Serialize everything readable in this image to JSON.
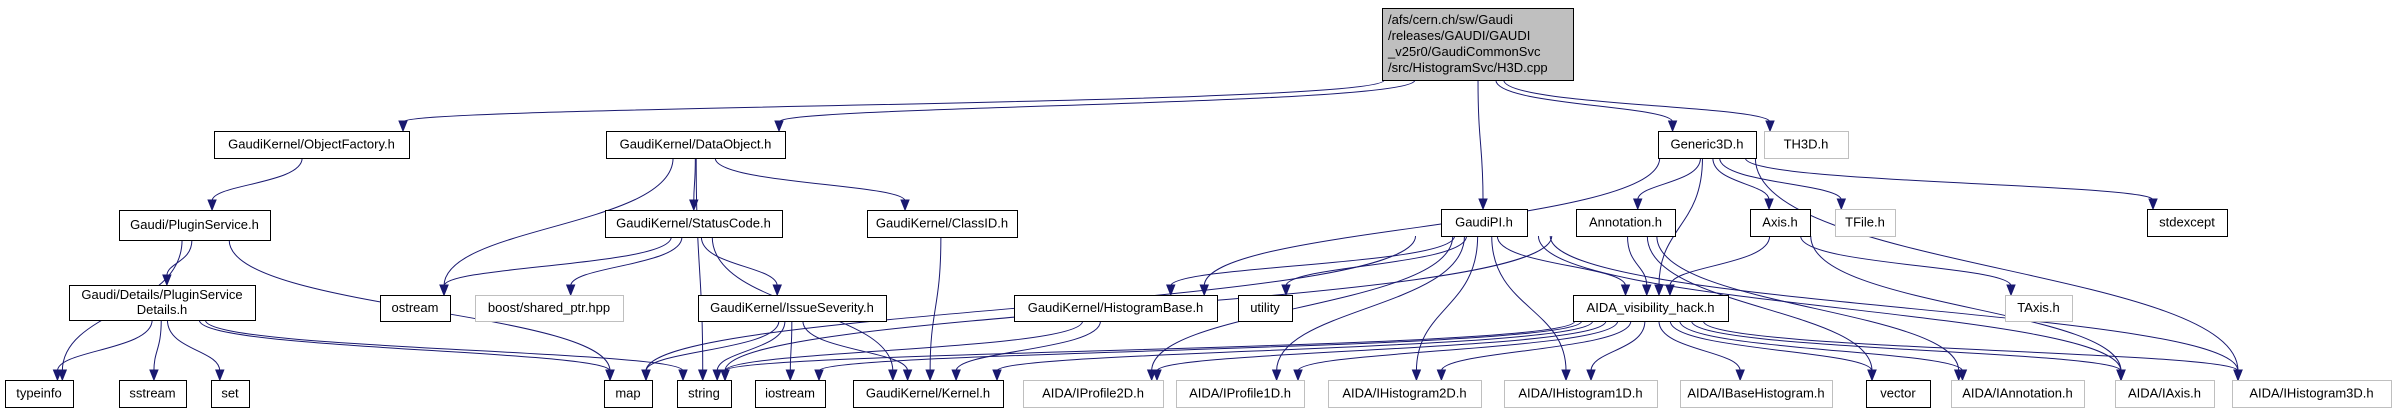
{
  "title": "Include dependency graph for H3D.cpp",
  "colors": {
    "edge": "#191970",
    "root_fill": "#bfbfbf",
    "border": "#000000",
    "external_border": "#bfbfbf"
  },
  "nodes": [
    {
      "id": "root",
      "lines": [
        "/afs/cern.ch/sw/Gaudi",
        "/releases/GAUDI/GAUDI",
        "_v25r0/GaudiCommonSvc",
        "/src/HistogramSvc/H3D.cpp"
      ],
      "kind": "root"
    },
    {
      "id": "objfactory",
      "lines": [
        "GaudiKernel/ObjectFactory.h"
      ],
      "kind": "doc"
    },
    {
      "id": "dataobject",
      "lines": [
        "GaudiKernel/DataObject.h"
      ],
      "kind": "doc"
    },
    {
      "id": "generic3d",
      "lines": [
        "Generic3D.h"
      ],
      "kind": "doc"
    },
    {
      "id": "th3d",
      "lines": [
        "TH3D.h"
      ],
      "kind": "ext"
    },
    {
      "id": "pluginservice",
      "lines": [
        "Gaudi/PluginService.h"
      ],
      "kind": "doc"
    },
    {
      "id": "statuscode",
      "lines": [
        "GaudiKernel/StatusCode.h"
      ],
      "kind": "doc"
    },
    {
      "id": "classid",
      "lines": [
        "GaudiKernel/ClassID.h"
      ],
      "kind": "doc"
    },
    {
      "id": "gaudipi",
      "lines": [
        "GaudiPI.h"
      ],
      "kind": "doc"
    },
    {
      "id": "annotation",
      "lines": [
        "Annotation.h"
      ],
      "kind": "doc"
    },
    {
      "id": "axis",
      "lines": [
        "Axis.h"
      ],
      "kind": "doc"
    },
    {
      "id": "tfile",
      "lines": [
        "TFile.h"
      ],
      "kind": "ext"
    },
    {
      "id": "stdexcept",
      "lines": [
        "stdexcept"
      ],
      "kind": "doc"
    },
    {
      "id": "pluginsvcdetails",
      "lines": [
        "Gaudi/Details/PluginService",
        "Details.h"
      ],
      "kind": "doc"
    },
    {
      "id": "ostream",
      "lines": [
        "ostream"
      ],
      "kind": "doc"
    },
    {
      "id": "boostsp",
      "lines": [
        "boost/shared_ptr.hpp"
      ],
      "kind": "ext"
    },
    {
      "id": "issueseverity",
      "lines": [
        "GaudiKernel/IssueSeverity.h"
      ],
      "kind": "doc"
    },
    {
      "id": "histobase",
      "lines": [
        "GaudiKernel/HistogramBase.h"
      ],
      "kind": "doc"
    },
    {
      "id": "utility",
      "lines": [
        "utility"
      ],
      "kind": "doc"
    },
    {
      "id": "aidavis",
      "lines": [
        "AIDA_visibility_hack.h"
      ],
      "kind": "doc"
    },
    {
      "id": "taxis",
      "lines": [
        "TAxis.h"
      ],
      "kind": "ext"
    },
    {
      "id": "typeinfo",
      "lines": [
        "typeinfo"
      ],
      "kind": "doc"
    },
    {
      "id": "sstream",
      "lines": [
        "sstream"
      ],
      "kind": "doc"
    },
    {
      "id": "set",
      "lines": [
        "set"
      ],
      "kind": "doc"
    },
    {
      "id": "map",
      "lines": [
        "map"
      ],
      "kind": "doc"
    },
    {
      "id": "string",
      "lines": [
        "string"
      ],
      "kind": "doc"
    },
    {
      "id": "iostream",
      "lines": [
        "iostream"
      ],
      "kind": "doc"
    },
    {
      "id": "kernel",
      "lines": [
        "GaudiKernel/Kernel.h"
      ],
      "kind": "doc"
    },
    {
      "id": "iprofile2d",
      "lines": [
        "AIDA/IProfile2D.h"
      ],
      "kind": "ext"
    },
    {
      "id": "iprofile1d",
      "lines": [
        "AIDA/IProfile1D.h"
      ],
      "kind": "ext"
    },
    {
      "id": "ihisto2d",
      "lines": [
        "AIDA/IHistogram2D.h"
      ],
      "kind": "ext"
    },
    {
      "id": "ihisto1d",
      "lines": [
        "AIDA/IHistogram1D.h"
      ],
      "kind": "ext"
    },
    {
      "id": "ibasehisto",
      "lines": [
        "AIDA/IBaseHistogram.h"
      ],
      "kind": "ext"
    },
    {
      "id": "vector",
      "lines": [
        "vector"
      ],
      "kind": "doc"
    },
    {
      "id": "iannotation",
      "lines": [
        "AIDA/IAnnotation.h"
      ],
      "kind": "ext"
    },
    {
      "id": "iaxis",
      "lines": [
        "AIDA/IAxis.h"
      ],
      "kind": "ext"
    },
    {
      "id": "ihisto3d",
      "lines": [
        "AIDA/IHistogram3D.h"
      ],
      "kind": "ext"
    }
  ],
  "edges": [
    [
      "root",
      "objfactory"
    ],
    [
      "root",
      "dataobject"
    ],
    [
      "root",
      "generic3d"
    ],
    [
      "root",
      "th3d"
    ],
    [
      "root",
      "gaudipi"
    ],
    [
      "objfactory",
      "pluginservice"
    ],
    [
      "pluginservice",
      "pluginsvcdetails"
    ],
    [
      "pluginservice",
      "typeinfo"
    ],
    [
      "pluginservice",
      "map"
    ],
    [
      "pluginsvcdetails",
      "typeinfo"
    ],
    [
      "pluginsvcdetails",
      "sstream"
    ],
    [
      "pluginsvcdetails",
      "set"
    ],
    [
      "pluginsvcdetails",
      "map"
    ],
    [
      "pluginsvcdetails",
      "string"
    ],
    [
      "dataobject",
      "statuscode"
    ],
    [
      "dataobject",
      "classid"
    ],
    [
      "dataobject",
      "ostream"
    ],
    [
      "dataobject",
      "string"
    ],
    [
      "statuscode",
      "ostream"
    ],
    [
      "statuscode",
      "boostsp"
    ],
    [
      "statuscode",
      "issueseverity"
    ],
    [
      "statuscode",
      "kernel"
    ],
    [
      "classid",
      "kernel"
    ],
    [
      "issueseverity",
      "map"
    ],
    [
      "issueseverity",
      "string"
    ],
    [
      "issueseverity",
      "iostream"
    ],
    [
      "issueseverity",
      "kernel"
    ],
    [
      "histobase",
      "string"
    ],
    [
      "histobase",
      "kernel"
    ],
    [
      "generic3d",
      "annotation"
    ],
    [
      "generic3d",
      "axis"
    ],
    [
      "generic3d",
      "tfile"
    ],
    [
      "generic3d",
      "stdexcept"
    ],
    [
      "generic3d",
      "aidavis"
    ],
    [
      "generic3d",
      "histobase"
    ],
    [
      "generic3d",
      "ihisto3d"
    ],
    [
      "gaudipi",
      "histobase"
    ],
    [
      "gaudipi",
      "utility"
    ],
    [
      "gaudipi",
      "map"
    ],
    [
      "gaudipi",
      "aidavis"
    ],
    [
      "gaudipi",
      "iprofile2d"
    ],
    [
      "gaudipi",
      "iprofile1d"
    ],
    [
      "gaudipi",
      "ihisto2d"
    ],
    [
      "gaudipi",
      "ihisto1d"
    ],
    [
      "gaudipi",
      "ihisto3d"
    ],
    [
      "gaudipi",
      "iaxis"
    ],
    [
      "annotation",
      "aidavis"
    ],
    [
      "annotation",
      "string"
    ],
    [
      "annotation",
      "vector"
    ],
    [
      "annotation",
      "iannotation"
    ],
    [
      "axis",
      "aidavis"
    ],
    [
      "axis",
      "taxis"
    ],
    [
      "axis",
      "iaxis"
    ],
    [
      "aidavis",
      "string"
    ],
    [
      "aidavis",
      "iostream"
    ],
    [
      "aidavis",
      "kernel"
    ],
    [
      "aidavis",
      "iprofile2d"
    ],
    [
      "aidavis",
      "iprofile1d"
    ],
    [
      "aidavis",
      "ihisto2d"
    ],
    [
      "aidavis",
      "ihisto1d"
    ],
    [
      "aidavis",
      "ibasehisto"
    ],
    [
      "aidavis",
      "vector"
    ],
    [
      "aidavis",
      "iannotation"
    ],
    [
      "aidavis",
      "iaxis"
    ],
    [
      "aidavis",
      "ihisto3d"
    ]
  ]
}
